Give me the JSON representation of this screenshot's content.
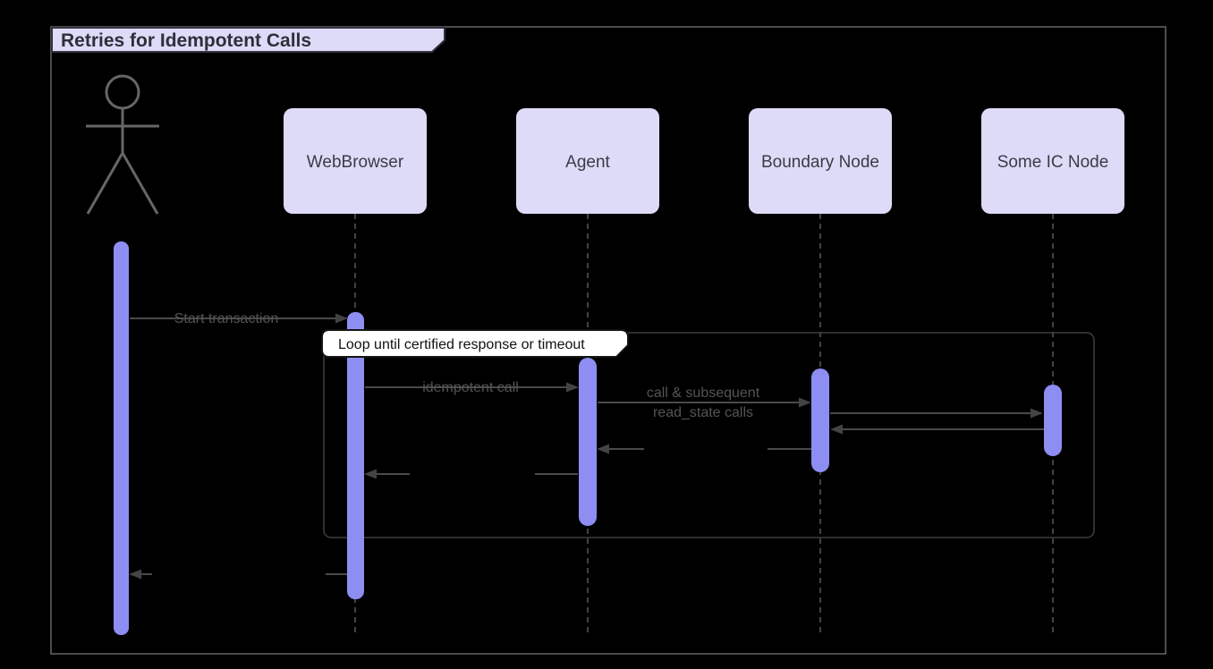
{
  "diagram": {
    "title": "Retries for Idempotent Calls",
    "participants": [
      {
        "label": "WebBrowser"
      },
      {
        "label": "Agent"
      },
      {
        "label": "Boundary Node"
      },
      {
        "label": "Some IC Node"
      }
    ],
    "loop": {
      "label": "Loop until certified response or timeout"
    },
    "messages": [
      {
        "label": "Start transaction",
        "from": "actor",
        "to": "WebBrowser",
        "type": "solid"
      },
      {
        "label": "idempotent call",
        "from": "WebBrowser",
        "to": "Agent",
        "type": "solid"
      },
      {
        "label_line1": "call & subsequent",
        "label_line2": "read_state calls",
        "from": "Agent",
        "to": "Boundary Node",
        "type": "solid"
      },
      {
        "label": "",
        "from": "Boundary Node",
        "to": "Some IC Node",
        "type": "solid"
      },
      {
        "label": "",
        "from": "Some IC Node",
        "to": "Boundary Node",
        "type": "return"
      },
      {
        "label": "",
        "from": "Boundary Node",
        "to": "Agent",
        "type": "return"
      },
      {
        "label": "",
        "from": "Agent",
        "to": "WebBrowser",
        "type": "return"
      },
      {
        "label": "",
        "from": "WebBrowser",
        "to": "actor",
        "type": "return"
      }
    ],
    "colors": {
      "background": "#000000",
      "frame_border": "#666666",
      "title_fill": "#DEDBF8",
      "title_text": "#2F2F3A",
      "participant_fill": "#DEDBF8",
      "participant_text": "#3B3B46",
      "activation_fill": "#8D8DF2",
      "lifeline": "#595959",
      "message_line": "#4A4A4A",
      "message_text": "#545454",
      "loop_border": "#3F3F3F",
      "loop_label_bg": "#FFFFFF",
      "loop_label_text": "#111111",
      "actor_stroke": "#666666"
    }
  }
}
